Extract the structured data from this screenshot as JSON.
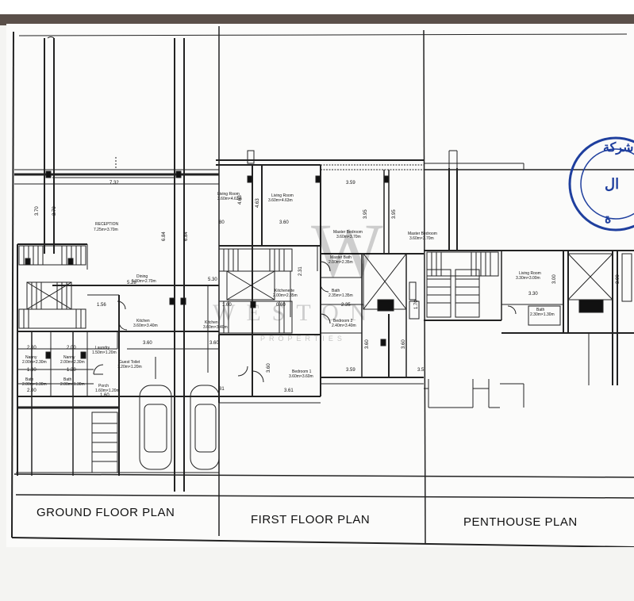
{
  "watermark": {
    "monogram": "W",
    "name": "WESTON",
    "tagline": "PROPERTIES"
  },
  "sections": {
    "ground": {
      "title": "GROUND FLOOR PLAN"
    },
    "first": {
      "title": "FIRST FLOOR PLAN"
    },
    "penthouse": {
      "title": "PENTHOUSE PLAN"
    }
  },
  "ground_rooms": {
    "reception": "RECEPTION",
    "reception_size": "7.25m×3.70m",
    "dining": "Dining",
    "dining_size": "5.30m×2.70m",
    "kitchen": "Kitchen",
    "kitchen_size": "3.60m×3.40m",
    "kitchen2": "Kitchen",
    "kitchen2_size": "3.60m×3.40m",
    "nanny": "Nanny",
    "nanny_size": "2.00m×2.30m",
    "bath": "Bath",
    "bath_size": "2.00m×1.30m",
    "porch": "Porch",
    "porch_size": "1.60m×1.20m",
    "guest_toilet": "Guest Toilet",
    "guest_toilet_size": "1.20m×1.20m",
    "laundry": "Laundry",
    "laundry_size": "1.50m×1.20m"
  },
  "first_rooms": {
    "living": "Living Room",
    "living_size": "3.60m×4.63m",
    "living2": "Living Room",
    "living2_size": "3.60m×4.63m",
    "master": "Master Bedroom",
    "master_size": "3.60m×3.70m",
    "master2": "Master Bedroom",
    "master2_size": "3.60m×3.70m",
    "kitchenette": "Kitchenette",
    "kitchenette_size": "2.00m×2.35m",
    "master_bath": "Master Bath",
    "master_bath_size": "2.00m×2.35m",
    "bath": "Bath",
    "bath_size": "2.35m×1.35m",
    "bedroom1": "Bedroom 1",
    "bedroom1_size": "3.60m×3.60m",
    "bedroom2": "Bedroom 2",
    "bedroom2_size": "2.40m×3.40m"
  },
  "penthouse_rooms": {
    "living": "Living Room",
    "living_size": "3.30m×3.00m",
    "bath": "Bath",
    "bath_size": "2.30m×1.30m"
  },
  "dimensions": {
    "g_width": "7.32",
    "g_left": "3.70",
    "g_left2": "3.70",
    "g_reception_w": "6.84",
    "g_reception_w2": "6.84",
    "g_dining_w": "5.28",
    "g_156": "1.56",
    "g_360": "3.60",
    "g_360b": "3.60",
    "g_200": "2.00",
    "g_200b": "2.00",
    "g_200c": "2.00",
    "g_130": "1.30",
    "g_130b": "1.30",
    "g_160": "1.60",
    "g_530": "5.30",
    "f_463": "4.63",
    "f_360": "3.60",
    "f_359": "3.59",
    "f_359b": "3.59",
    "f_395": "3.95",
    "f_395b": "3.95",
    "f_231": "2.31",
    "f_060": "0.60",
    "f_160": "1.60",
    "f_235": "2.35",
    "f_170": "1.70",
    "f_360b": "3.60",
    "f_361": "3.61",
    "f_360c": "3.60",
    "f_360d": "3.60",
    "f_350": "3.5",
    "f_080": "80",
    "f_081": "81",
    "p_300": "3.00",
    "p_330": "3.30",
    "p_300b": "3.00"
  },
  "stamp": {
    "text_top": "شركة",
    "text_mid": "ال",
    "text_bottom": "ة"
  }
}
